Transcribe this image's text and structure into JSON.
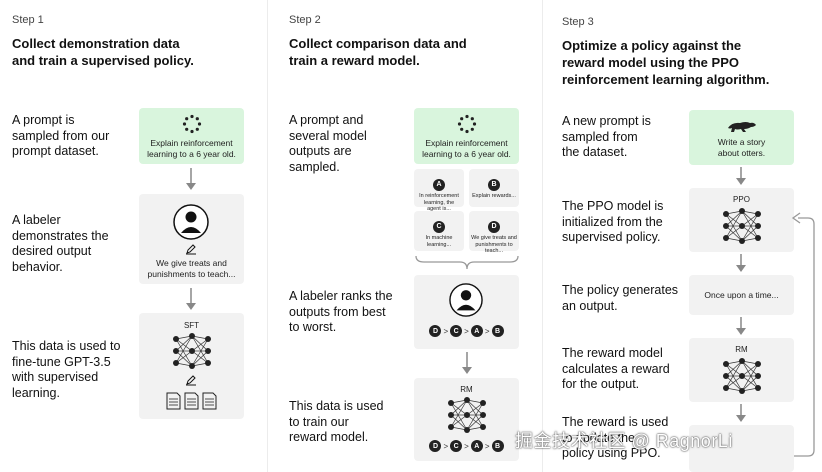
{
  "step1": {
    "label": "Step 1",
    "title": [
      "Collect demonstration data",
      "and train a supervised policy."
    ],
    "desc1": [
      "A prompt is",
      "sampled from our",
      "prompt dataset."
    ],
    "desc2": [
      "A labeler",
      "demonstrates the",
      "desired output",
      "behavior."
    ],
    "desc3": [
      "This data is used to",
      "fine-tune GPT-3.5",
      "with supervised",
      "learning."
    ],
    "prompt": [
      "Explain reinforcement",
      "learning to a 6 year old."
    ],
    "demo": [
      "We give treats and",
      "punishments to teach..."
    ],
    "model": "SFT"
  },
  "step2": {
    "label": "Step 2",
    "title": [
      "Collect comparison data and",
      "train a reward model."
    ],
    "desc1": [
      "A prompt and",
      "several model",
      "outputs are",
      "sampled."
    ],
    "desc2": [
      "A labeler ranks the",
      "outputs from best",
      "to worst."
    ],
    "desc3": [
      "This data is used",
      "to train our",
      "reward model."
    ],
    "prompt": [
      "Explain reinforcement",
      "learning to a 6 year old."
    ],
    "outputs": [
      {
        "letter": "A",
        "text": [
          "In reinforcement",
          "learning, the",
          "agent is..."
        ]
      },
      {
        "letter": "B",
        "text": [
          "Explain rewards..."
        ]
      },
      {
        "letter": "C",
        "text": [
          "In machine",
          "learning..."
        ]
      },
      {
        "letter": "D",
        "text": [
          "We give treats and",
          "punishments to",
          "teach..."
        ]
      }
    ],
    "ranking": [
      "D",
      "C",
      "A",
      "B"
    ],
    "gt": ">",
    "model": "RM"
  },
  "step3": {
    "label": "Step 3",
    "title": [
      "Optimize a policy against the",
      "reward model using the PPO",
      "reinforcement learning algorithm."
    ],
    "desc1": [
      "A new prompt is",
      "sampled from",
      "the dataset."
    ],
    "desc2": [
      "The PPO model is",
      "initialized from the",
      "supervised policy."
    ],
    "desc3": [
      "The policy generates",
      "an output."
    ],
    "desc4": [
      "The reward model",
      "calculates a reward",
      "for the output."
    ],
    "desc5": [
      "The reward is used",
      "to update the",
      "policy using PPO."
    ],
    "prompt": [
      "Write a story",
      "about otters."
    ],
    "ppo": "PPO",
    "output": "Once upon a time...",
    "rm": "RM"
  },
  "watermark": "掘金技术社区 @ RagnorLi",
  "colors": {
    "accent_green": "#d9f5dd",
    "panel_gray": "#f2f2f2",
    "ink": "#222222"
  },
  "icons": [
    "cycle-icon",
    "person-icon",
    "pencil-icon",
    "network-icon",
    "document-icon",
    "otter-icon",
    "arrow-down-icon",
    "loop-arrow-icon",
    "bracket-icon"
  ]
}
